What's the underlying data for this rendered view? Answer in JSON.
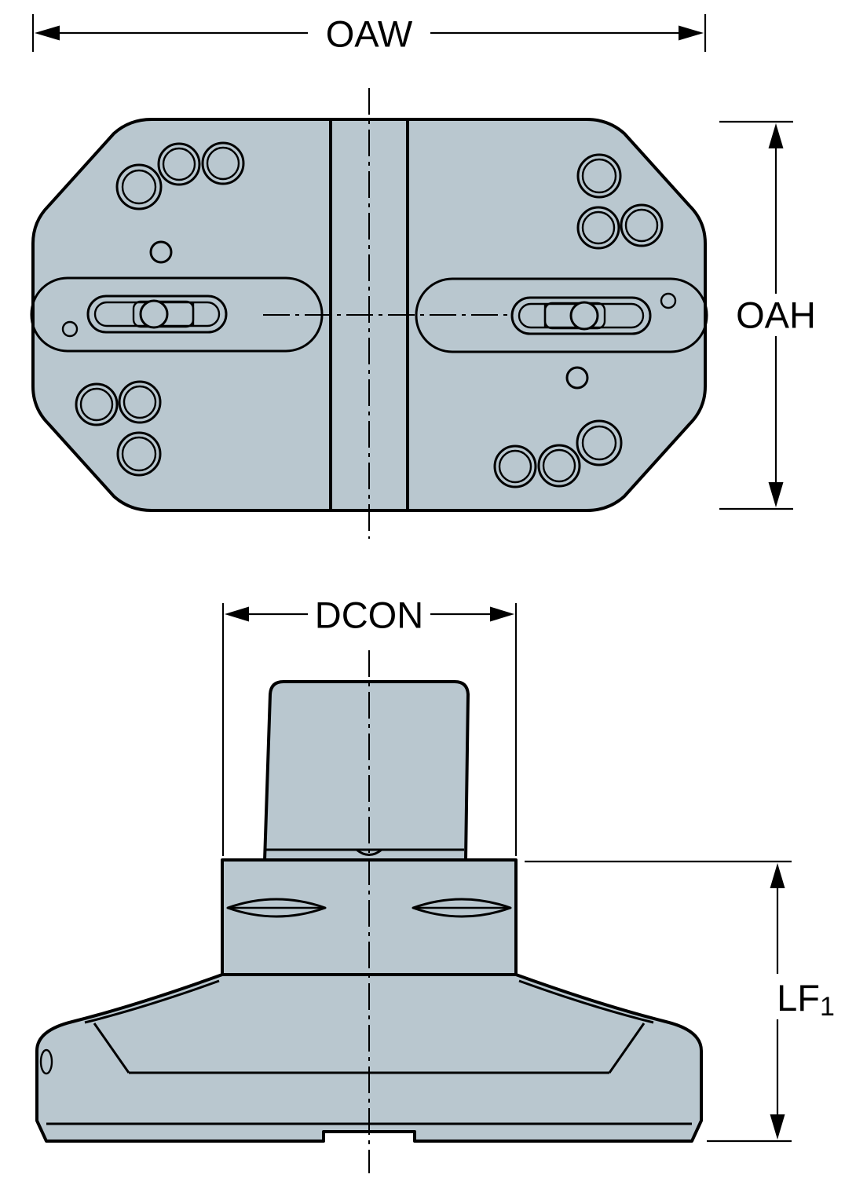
{
  "dimensions": {
    "oaw": "OAW",
    "oah": "OAH",
    "dcon": "DCON",
    "lf1_base": "LF",
    "lf1_sub": "1"
  },
  "colors": {
    "part_fill": "#b9c7cf",
    "outline": "#000000",
    "background": "#ffffff"
  }
}
